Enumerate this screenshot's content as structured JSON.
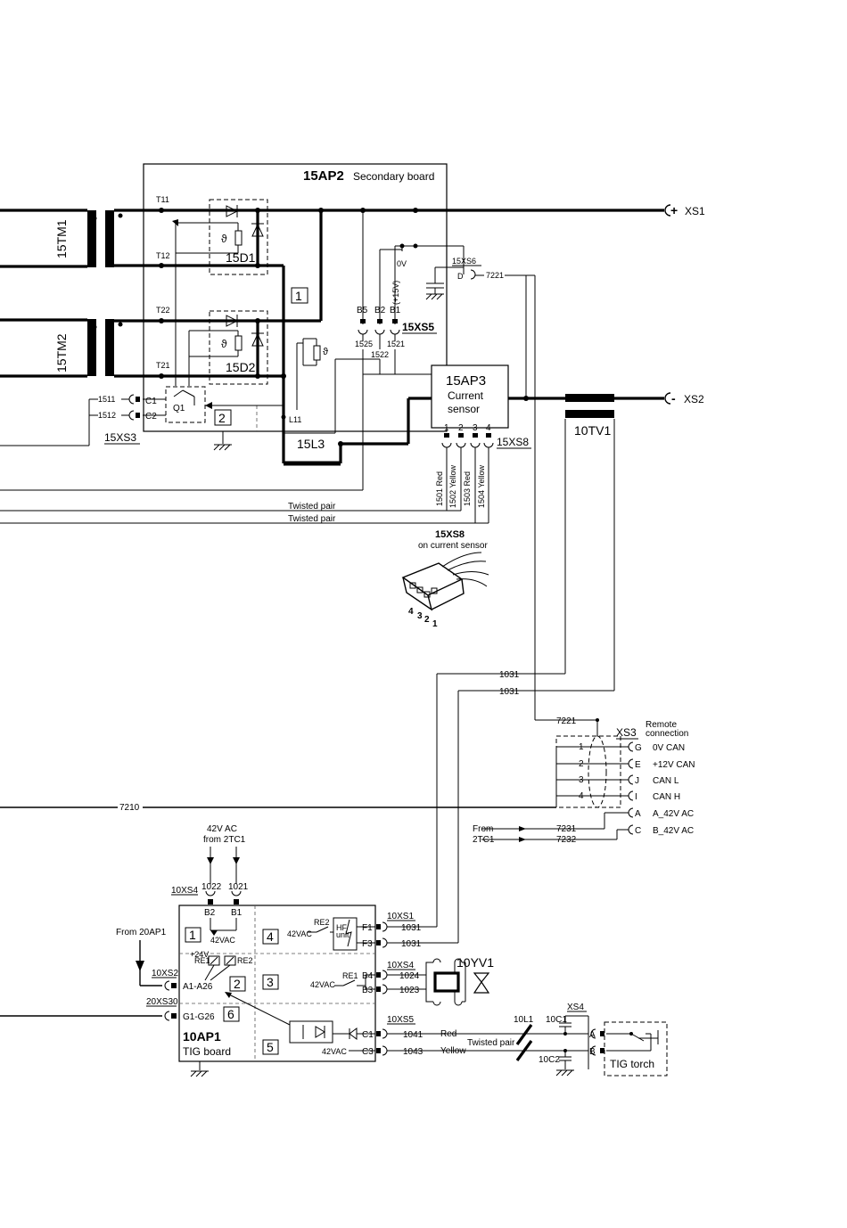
{
  "boards": {
    "secondary": {
      "id": "15AP2",
      "name": "Secondary board"
    },
    "sensor": {
      "id": "15AP3",
      "line1": "Current",
      "line2": "sensor"
    },
    "tig": {
      "id": "10AP1",
      "name": "TIG board"
    }
  },
  "components": {
    "tm1": "15TM1",
    "tm2": "15TM2",
    "d1": "15D1",
    "d2": "15D2",
    "q1": "Q1",
    "l3": "15L3",
    "l11": "L11",
    "tv1": "10TV1",
    "yv1": "10YV1",
    "l1": "10L1",
    "c1": "10C1",
    "c2": "10C2",
    "theta": "ϑ"
  },
  "terminals": {
    "t11": "T11",
    "t12": "T12",
    "t22": "T22",
    "t21": "T21",
    "xs1": "XS1",
    "xs2": "XS2",
    "plus": "+",
    "minus": "-"
  },
  "sections": {
    "sec1": "1",
    "sec2": "2",
    "tig1": "1",
    "tig2": "2",
    "tig3": "3",
    "tig4": "4",
    "tig5": "5",
    "tig6": "6"
  },
  "connectors": {
    "xs6": {
      "id": "15XS6",
      "pin": "D",
      "wire": "7221"
    },
    "xs5": {
      "id": "15XS5",
      "pins": [
        "B5",
        "B2",
        "B1"
      ],
      "wires": [
        "1525",
        "1522",
        "1521"
      ]
    },
    "xs3": {
      "id": "15XS3",
      "pins": [
        "C1",
        "C2"
      ],
      "wires": [
        "1511",
        "1512"
      ]
    },
    "xs8": {
      "id": "15XS8",
      "pins": [
        "1",
        "2",
        "3",
        "4"
      ],
      "wires": [
        "1501 Red",
        "1502 Yellow",
        "1503 Red",
        "1504 Yellow"
      ]
    },
    "xs8_detail": {
      "id": "15XS8",
      "caption": "on current sensor",
      "pins": [
        "4",
        "3",
        "2",
        "1"
      ]
    },
    "remote": {
      "id": "XS3",
      "title1": "Remote",
      "title2": "connection",
      "wire_in": "7221",
      "rows": [
        {
          "num": "1",
          "pin": "G",
          "label": "0V CAN"
        },
        {
          "num": "2",
          "pin": "E",
          "label": "+12V CAN"
        },
        {
          "num": "3",
          "pin": "J",
          "label": "CAN L"
        },
        {
          "num": "4",
          "pin": "I",
          "label": "CAN H"
        },
        {
          "num": "",
          "pin": "A",
          "label": "A_42V AC"
        },
        {
          "num": "",
          "pin": "C",
          "label": "B_42V AC"
        }
      ],
      "from1": "From",
      "from2": "2TC1",
      "wires_ac": [
        "7231",
        "7232"
      ]
    },
    "tig_xs4_top": {
      "id": "10XS4",
      "pins": [
        "B2",
        "B1"
      ],
      "wires": [
        "1022",
        "1021"
      ],
      "supply1": "42V AC",
      "supply2": "from 2TC1"
    },
    "tig_xs1": {
      "id": "10XS1",
      "pins": [
        "F1",
        "F3"
      ],
      "wires": [
        "1031",
        "1031"
      ]
    },
    "tig_xs4": {
      "id": "10XS4",
      "pins": [
        "B4",
        "B3"
      ],
      "wires": [
        "1024",
        "1023"
      ]
    },
    "tig_xs5": {
      "id": "10XS5",
      "pins": [
        "C1",
        "C3"
      ],
      "wires": [
        "1041",
        "1043"
      ]
    },
    "tig_xs2": {
      "id": "10XS2",
      "pin": "A1-A26",
      "from": "From 20AP1"
    },
    "tig_xs30": {
      "id": "20XS30",
      "pin": "G1-G26"
    },
    "torch_xs4": {
      "id": "XS4",
      "pins": [
        "A",
        "B"
      ],
      "torch": "TIG torch"
    }
  },
  "labels": {
    "zero_v": "0V",
    "plus15": "(+15V)",
    "twisted1": "Twisted pair",
    "twisted2": "Twisted pair",
    "twisted3": "Twisted pair",
    "wire1031a": "1031",
    "wire1031b": "1031",
    "wire7221b": "7221",
    "wire7210": "7210",
    "vac42a": "42VAC",
    "vac42b": "42VAC",
    "vac42c": "42VAC",
    "vac42d": "42VAC",
    "re2": "RE2",
    "re1": "RE1",
    "re1b": "RE1",
    "re2b": "RE2",
    "p24": "+24V",
    "hf1": "HF",
    "hf2": "unit",
    "red": "Red",
    "yellow": "Yellow"
  }
}
